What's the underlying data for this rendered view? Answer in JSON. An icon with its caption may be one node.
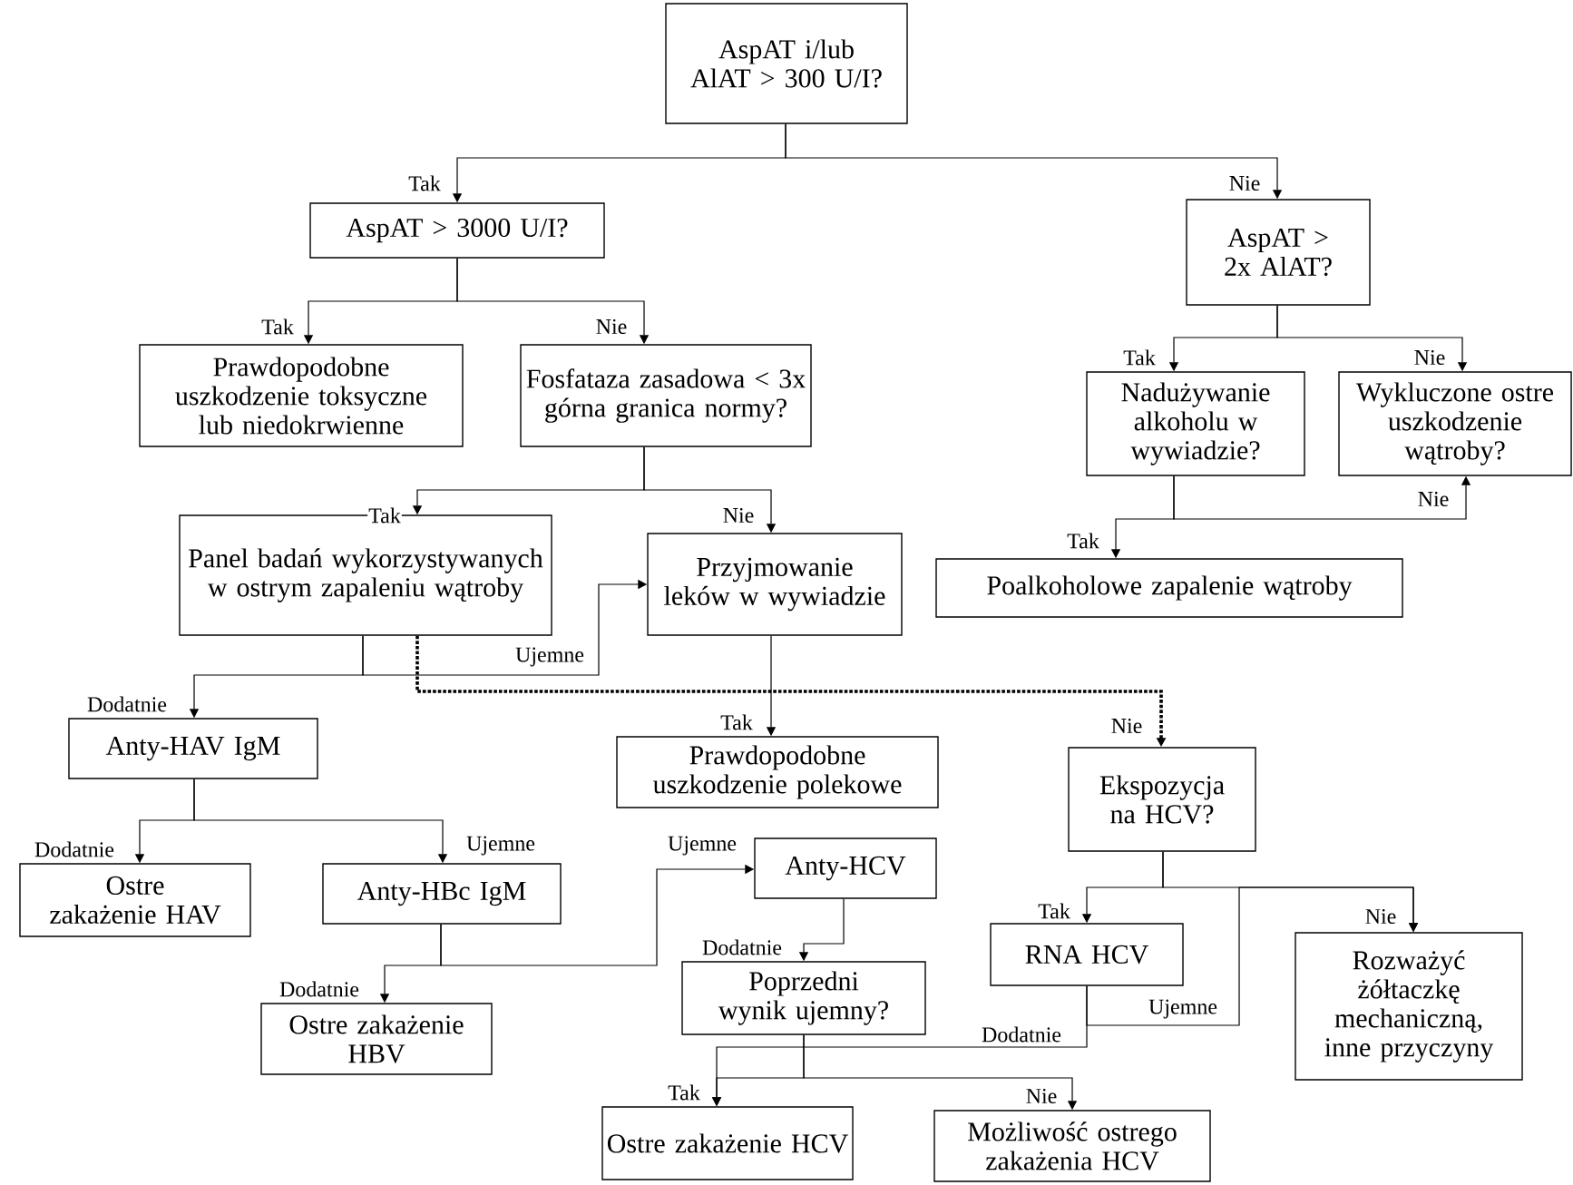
{
  "diagram": {
    "nodes": [
      {
        "text": [
          "AspAT i/lub AlAT > 300 U/I?"
        ]
      },
      {
        "text": [
          "AspAT > 3000 U/I?"
        ]
      },
      {
        "text": [
          "AspAT > 2x AlAT?"
        ]
      },
      {
        "text": [
          "Prawdopodobne uszkodzenie toksyczne lub niedokrwienne"
        ]
      },
      {
        "text": [
          "Fosfataza zasadowa < 3x górna granica normy?"
        ]
      },
      {
        "text": [
          "Nadużywanie alkoholu w wywiadzie?"
        ]
      },
      {
        "text": [
          "Wykluczone ostre uszkodzenie wątroby?"
        ]
      },
      {
        "text": [
          "Poalkoholowe zapalenie wątroby"
        ]
      },
      {
        "text": [
          "Panel badań wykorzystywanych w ostrym zapaleniu wątroby"
        ]
      },
      {
        "text": [
          "Przyjmowanie leków w wywiadzie"
        ]
      },
      {
        "text": [
          "Anty-HAV IgM"
        ]
      },
      {
        "text": [
          "Prawdopodobne uszkodzenie polekowe"
        ]
      },
      {
        "text": [
          "Ekspozycja na HCV?"
        ]
      },
      {
        "text": [
          "Ostre zakażenie HAV"
        ]
      },
      {
        "text": [
          "Anty-HBc IgM"
        ]
      },
      {
        "text": [
          "Anty-HCV"
        ]
      },
      {
        "text": [
          "Poprzedni wynik ujemny?"
        ]
      },
      {
        "text": [
          "RNA HCV"
        ]
      },
      {
        "text": [
          "Rozważyć żółtaczkę mechaniczną, inne przyczyny"
        ]
      },
      {
        "text": [
          "Ostre zakażenie HBV"
        ]
      },
      {
        "text": [
          "Ostre zakażenie HCV"
        ]
      },
      {
        "text": [
          "Możliwość ostrego zakażenia HCV"
        ]
      }
    ],
    "edges": [
      {
        "from": 0,
        "to": 1,
        "arrow": "to",
        "label": "Tak"
      },
      {
        "from": 0,
        "to": 2,
        "arrow": "to",
        "label": "Nie"
      },
      {
        "from": 1,
        "to": 3,
        "arrow": "to",
        "label": "Tak"
      },
      {
        "from": 1,
        "to": 4,
        "arrow": "to",
        "label": "Nie"
      },
      {
        "from": 2,
        "to": 5,
        "arrow": "to",
        "label": "Tak"
      },
      {
        "from": 2,
        "to": 6,
        "arrow": "to",
        "label": "Nie"
      },
      {
        "from": 5,
        "to": 7,
        "arrow": "to",
        "label": "Tak"
      },
      {
        "from": 5,
        "to": 6,
        "arrow": "to",
        "label": "Nie"
      },
      {
        "from": 4,
        "to": 8,
        "arrow": "to",
        "label": "Tak"
      },
      {
        "from": 4,
        "to": 9,
        "arrow": "to",
        "label": "Nie"
      },
      {
        "from": 8,
        "to": 10,
        "arrow": "to",
        "label": "Dodatnie"
      },
      {
        "from": 8,
        "to": 9,
        "arrow": "to",
        "label": "Ujemne"
      },
      {
        "from": 8,
        "to": 12,
        "arrow": "to",
        "label": "Nie",
        "style": "dashed"
      },
      {
        "from": 9,
        "to": 11,
        "arrow": "to",
        "label": "Tak"
      },
      {
        "from": 10,
        "to": 13,
        "arrow": "to",
        "label": "Dodatnie"
      },
      {
        "from": 10,
        "to": 14,
        "arrow": "to",
        "label": "Ujemne"
      },
      {
        "from": 14,
        "to": 19,
        "arrow": "to",
        "label": "Dodatnie"
      },
      {
        "from": 14,
        "to": 15,
        "arrow": "to",
        "label": "Ujemne"
      },
      {
        "from": 15,
        "to": 16,
        "arrow": "to",
        "label": "Dodatnie"
      },
      {
        "from": 16,
        "to": 20,
        "arrow": "to",
        "label": "Tak"
      },
      {
        "from": 16,
        "to": 21,
        "arrow": "to",
        "label": "Nie"
      },
      {
        "from": 17,
        "to": 20,
        "arrow": "to",
        "label": "Dodatnie"
      },
      {
        "from": 17,
        "to": 18,
        "arrow": "to",
        "label": "Ujemne"
      },
      {
        "from": 12,
        "to": 17,
        "arrow": "to",
        "label": "Tak"
      },
      {
        "from": 12,
        "to": 18,
        "arrow": "to",
        "label": "Nie"
      }
    ]
  }
}
